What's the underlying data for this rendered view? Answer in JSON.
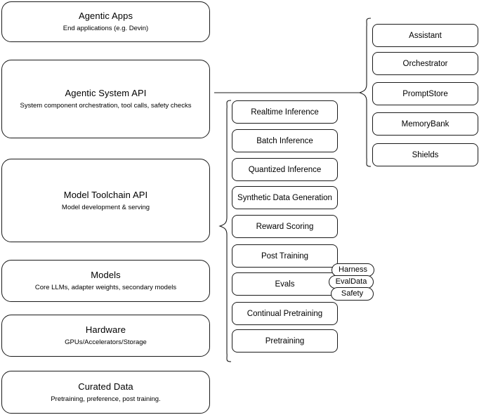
{
  "diagram": {
    "title": "Agentic stack layered architecture",
    "background_color": "#ffffff",
    "line_color": "#1a1a1a"
  },
  "layers": [
    {
      "name": "agentic-apps",
      "title": "Agentic Apps",
      "subtitle": "End applications (e.g. Devin)"
    },
    {
      "name": "agentic-system-api",
      "title": "Agentic System API",
      "subtitle": "System component orchestration, tool calls, safety checks"
    },
    {
      "name": "model-toolchain-api",
      "title": "Model Toolchain API",
      "subtitle": "Model development & serving"
    },
    {
      "name": "models",
      "title": "Models",
      "subtitle": "Core LLMs, adapter weights, secondary models"
    },
    {
      "name": "hardware",
      "title": "Hardware",
      "subtitle": "GPUs/Accelerators/Storage"
    },
    {
      "name": "curated-data",
      "title": "Curated Data",
      "subtitle": "Pretraining, preference, post training."
    }
  ],
  "toolchain_components": [
    {
      "name": "realtime-inference",
      "label": "Realtime Inference"
    },
    {
      "name": "batch-inference",
      "label": "Batch Inference"
    },
    {
      "name": "quantized-inference",
      "label": "Quantized Inference"
    },
    {
      "name": "synthetic-data-generation",
      "label": "Synthetic Data Generation"
    },
    {
      "name": "reward-scoring",
      "label": "Reward Scoring"
    },
    {
      "name": "post-training",
      "label": "Post Training"
    },
    {
      "name": "evals",
      "label": "Evals"
    },
    {
      "name": "continual-pretraining",
      "label": "Continual Pretraining"
    },
    {
      "name": "pretraining",
      "label": "Pretraining"
    }
  ],
  "evals_tags": [
    {
      "name": "harness",
      "label": "Harness"
    },
    {
      "name": "evaldata",
      "label": "EvalData"
    },
    {
      "name": "safety",
      "label": "Safety"
    }
  ],
  "system_components": [
    {
      "name": "assistant",
      "label": "Assistant"
    },
    {
      "name": "orchestrator",
      "label": "Orchestrator"
    },
    {
      "name": "promptstore",
      "label": "PromptStore"
    },
    {
      "name": "memorybank",
      "label": "MemoryBank"
    },
    {
      "name": "shields",
      "label": "Shields"
    }
  ]
}
